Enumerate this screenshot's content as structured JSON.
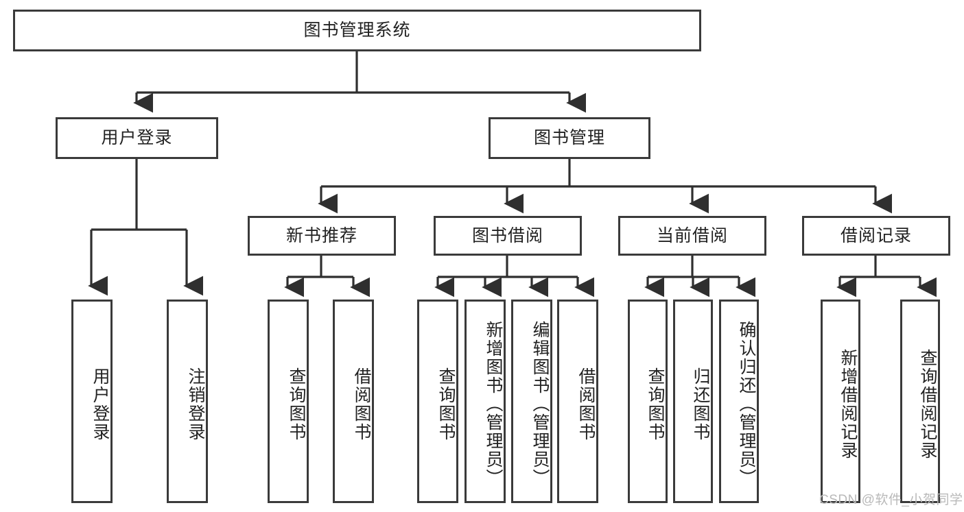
{
  "diagram": {
    "title": "图书管理系统",
    "root": {
      "label": "图书管理系统"
    },
    "level1": [
      {
        "label": "用户登录"
      },
      {
        "label": "图书管理"
      }
    ],
    "level2": [
      {
        "label": "新书推荐"
      },
      {
        "label": "图书借阅"
      },
      {
        "label": "当前借阅"
      },
      {
        "label": "借阅记录"
      }
    ],
    "leaves": {
      "user_login": [
        {
          "label": "用户登录"
        },
        {
          "label": "注销登录"
        }
      ],
      "new_book_recommend": [
        {
          "label": "查询图书"
        },
        {
          "label": "借阅图书"
        }
      ],
      "book_borrow": [
        {
          "label": "查询图书"
        },
        {
          "label": "新增图书（管理员）"
        },
        {
          "label": "编辑图书（管理员）"
        },
        {
          "label": "借阅图书"
        }
      ],
      "current_borrow": [
        {
          "label": "查询图书"
        },
        {
          "label": "归还图书"
        },
        {
          "label": "确认归还（管理员）"
        }
      ],
      "borrow_record": [
        {
          "label": "新增借阅记录"
        },
        {
          "label": "查询借阅记录"
        }
      ]
    }
  },
  "watermark": {
    "text": "CSDN @软件_小贺同学"
  },
  "colors": {
    "border": "#3a3a3a",
    "text": "#222222",
    "background": "#ffffff",
    "watermark": "#b9b9b9"
  }
}
